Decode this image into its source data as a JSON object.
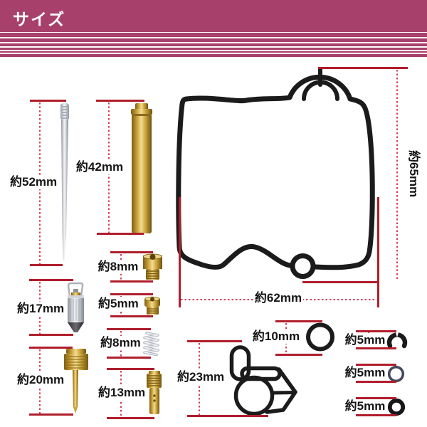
{
  "header": {
    "title": "サイズ",
    "bg_color": "#a8406c"
  },
  "colors": {
    "accent_magenta": "#a8406c",
    "measure_bar_red": "#b01e2c",
    "measure_dot_red": "#d24057",
    "part_outline_black": "#1b1b1b",
    "brass": "#d9b742",
    "silver": "#c6cad0"
  },
  "measurements": {
    "jet_needle": {
      "label": "約52mm"
    },
    "brass_tube": {
      "label": "約42mm"
    },
    "main_jet": {
      "label": "約8mm"
    },
    "float_valve": {
      "label": "約17mm"
    },
    "small_jet": {
      "label": "約5mm"
    },
    "spring": {
      "label": "約8mm"
    },
    "pilot_screw": {
      "label": "約20mm"
    },
    "pilot_jet": {
      "label": "約13mm"
    },
    "bowl_gasket_height": {
      "label": "約65mm"
    },
    "bowl_gasket_width": {
      "label": "約62mm"
    },
    "top_gasket": {
      "label": "約23mm"
    },
    "oring_10mm": {
      "label": "約10mm"
    },
    "e_clip": {
      "label": "約5mm"
    },
    "oring_5mm_thin": {
      "label": "約5mm"
    },
    "oring_5mm_thick": {
      "label": "約5mm"
    }
  }
}
